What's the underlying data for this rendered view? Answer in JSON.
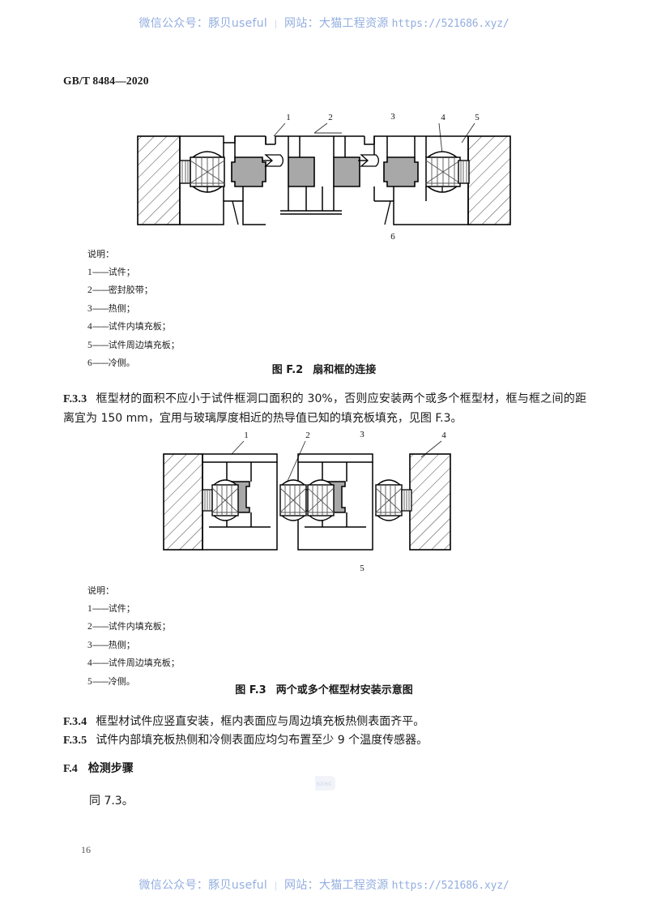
{
  "document": {
    "standard_code": "GB/T 8484—2020",
    "page_number": "16"
  },
  "banner": {
    "wechat_label": "微信公众号：",
    "wechat_value": "豚贝useful",
    "separator": "|",
    "site_label": "网站：",
    "site_value": "大猫工程资源",
    "url": "https://521686.xyz/",
    "color": "#93aee0"
  },
  "figure_f2": {
    "legend_title": "说明：",
    "legend_items": [
      {
        "num": "1",
        "dash": "——",
        "text": "试件；"
      },
      {
        "num": "2",
        "dash": "——",
        "text": "密封胶带；"
      },
      {
        "num": "3",
        "dash": "——",
        "text": "热侧；"
      },
      {
        "num": "4",
        "dash": "——",
        "text": "试件内填充板；"
      },
      {
        "num": "5",
        "dash": "——",
        "text": "试件周边填充板；"
      },
      {
        "num": "6",
        "dash": "——",
        "text": "冷侧。"
      }
    ],
    "caption_label": "图 F.2",
    "caption_text": "扇和框的连接",
    "callouts": [
      "1",
      "2",
      "3",
      "4",
      "5",
      "6"
    ],
    "fill_color": "#a8a8a8",
    "line_color": "#000000"
  },
  "paragraph_f33": {
    "label": "F.3.3",
    "text": "框型材的面积不应小于试件框洞口面积的 30%，否则应安装两个或多个框型材，框与框之间的距离宜为 150 mm，宜用与玻璃厚度相近的热导值已知的填充板填充，见图 F.3。"
  },
  "figure_f3": {
    "legend_title": "说明：",
    "legend_items": [
      {
        "num": "1",
        "dash": "——",
        "text": "试件；"
      },
      {
        "num": "2",
        "dash": "——",
        "text": "试件内填充板；"
      },
      {
        "num": "3",
        "dash": "——",
        "text": "热侧；"
      },
      {
        "num": "4",
        "dash": "——",
        "text": "试件周边填充板；"
      },
      {
        "num": "5",
        "dash": "——",
        "text": "冷侧。"
      }
    ],
    "caption_label": "图 F.3",
    "caption_text": "两个或多个框型材安装示意图",
    "callouts": [
      "1",
      "2",
      "3",
      "4",
      "5"
    ],
    "fill_color": "#a8a8a8",
    "line_color": "#000000"
  },
  "paragraph_f34": {
    "label": "F.3.4",
    "text": "框型材试件应竖直安装，框内表面应与周边填充板热侧表面齐平。"
  },
  "paragraph_f35": {
    "label": "F.3.5",
    "text": "试件内部填充板热侧和冷侧表面应均匀布置至少 9 个温度传感器。"
  },
  "section_f4": {
    "label": "F.4",
    "title": "检测步骤",
    "body": "同 7.3。"
  }
}
